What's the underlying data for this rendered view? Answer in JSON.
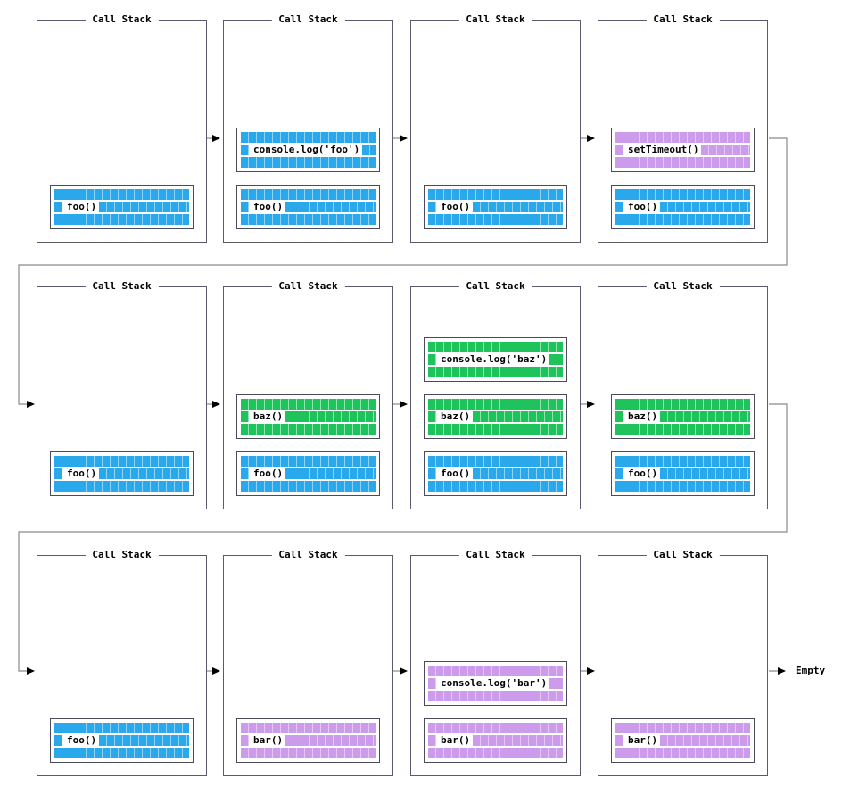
{
  "diagram": {
    "panel_title": "Call Stack",
    "empty_label": "Empty",
    "colors": {
      "blue": {
        "cell": "#29A8EC",
        "gap": "#8FD3F7"
      },
      "green": {
        "cell": "#1EC35B",
        "gap": "#90E5B1"
      },
      "purple": {
        "cell": "#CD9BEB",
        "gap": "#E4C9F6"
      }
    },
    "frame_labels": {
      "foo": "foo()",
      "log_foo": "console.log('foo')",
      "set_timeout": "setTimeout()",
      "baz": "baz()",
      "log_baz": "console.log('baz')",
      "bar": "bar()",
      "log_bar": "console.log('bar')"
    },
    "panels": [
      {
        "row": 0,
        "col": 0,
        "frames": [
          {
            "label": "foo()",
            "color": "blue"
          }
        ]
      },
      {
        "row": 0,
        "col": 1,
        "frames": [
          {
            "label": "console.log('foo')",
            "color": "blue"
          },
          {
            "label": "foo()",
            "color": "blue"
          }
        ]
      },
      {
        "row": 0,
        "col": 2,
        "frames": [
          {
            "label": "foo()",
            "color": "blue"
          }
        ]
      },
      {
        "row": 0,
        "col": 3,
        "frames": [
          {
            "label": "setTimeout()",
            "color": "purple"
          },
          {
            "label": "foo()",
            "color": "blue"
          }
        ]
      },
      {
        "row": 1,
        "col": 0,
        "frames": [
          {
            "label": "foo()",
            "color": "blue"
          }
        ]
      },
      {
        "row": 1,
        "col": 1,
        "frames": [
          {
            "label": "baz()",
            "color": "green"
          },
          {
            "label": "foo()",
            "color": "blue"
          }
        ]
      },
      {
        "row": 1,
        "col": 2,
        "frames": [
          {
            "label": "console.log('baz')",
            "color": "green"
          },
          {
            "label": "baz()",
            "color": "green"
          },
          {
            "label": "foo()",
            "color": "blue"
          }
        ]
      },
      {
        "row": 1,
        "col": 3,
        "frames": [
          {
            "label": "baz()",
            "color": "green"
          },
          {
            "label": "foo()",
            "color": "blue"
          }
        ]
      },
      {
        "row": 2,
        "col": 0,
        "frames": [
          {
            "label": "foo()",
            "color": "blue"
          }
        ]
      },
      {
        "row": 2,
        "col": 1,
        "frames": [
          {
            "label": "bar()",
            "color": "purple"
          }
        ]
      },
      {
        "row": 2,
        "col": 2,
        "frames": [
          {
            "label": "console.log('bar')",
            "color": "purple"
          },
          {
            "label": "bar()",
            "color": "purple"
          }
        ]
      },
      {
        "row": 2,
        "col": 3,
        "frames": [
          {
            "label": "bar()",
            "color": "purple"
          }
        ]
      }
    ]
  }
}
